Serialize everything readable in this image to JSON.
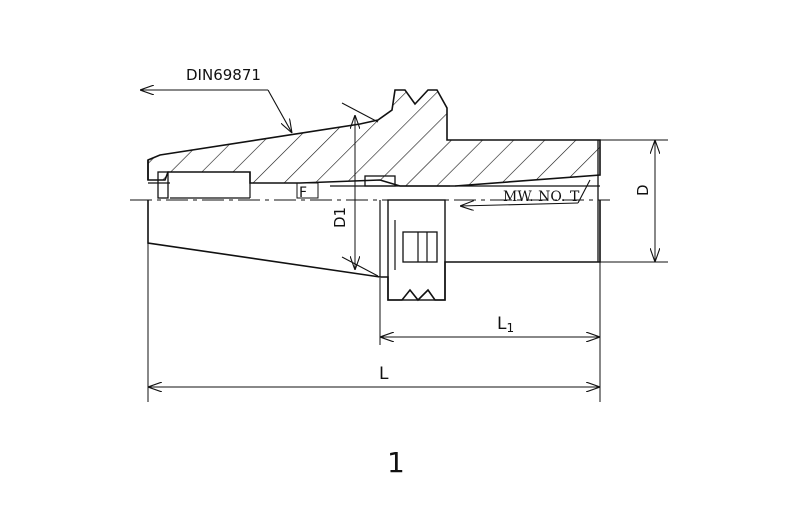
{
  "drawing": {
    "labels": {
      "standard": "DIN69871",
      "marking": "MW. NO. T",
      "diameter_D": "D",
      "diameter_D1": "D1",
      "length_L": "L",
      "length_L1": "L",
      "length_L1_sub": "1",
      "symbol_F": "F",
      "figure_number": "1"
    },
    "colors": {
      "line": "#111111",
      "background": "#ffffff"
    }
  }
}
